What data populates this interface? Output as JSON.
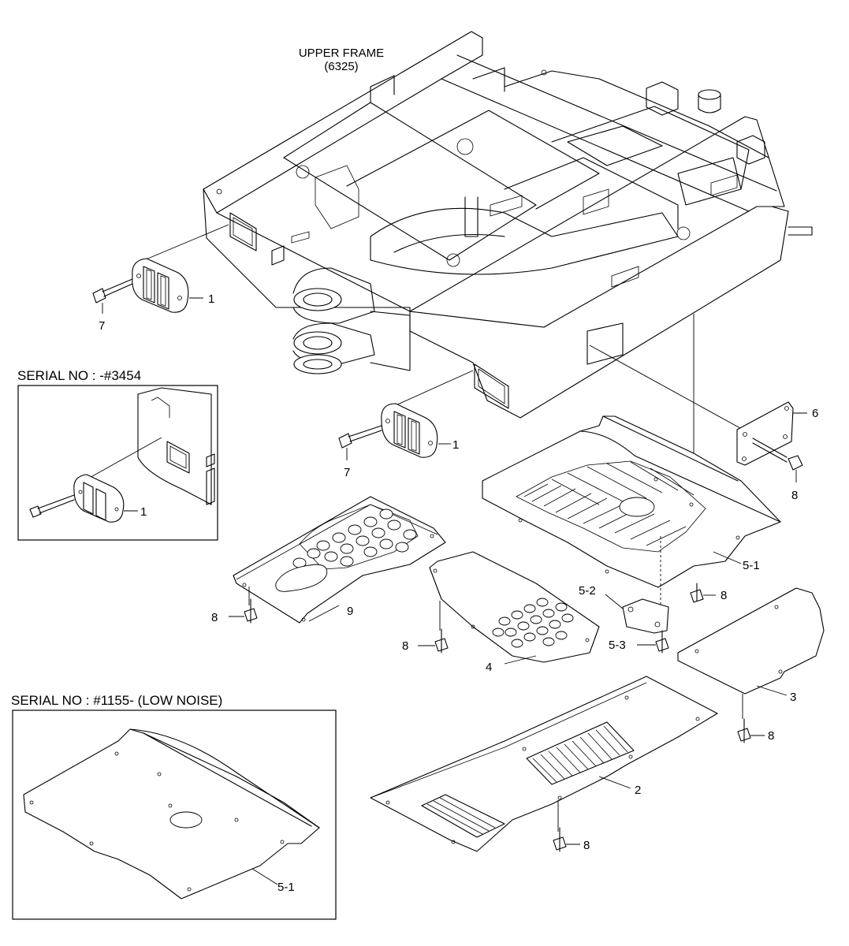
{
  "title": {
    "line1": "UPPER FRAME",
    "line2": "(6325)"
  },
  "insets": [
    {
      "header": "SERIAL NO : -#3454",
      "part_label": "1"
    },
    {
      "header": "SERIAL NO : #1155- (LOW NOISE)",
      "part_label": "5-1"
    }
  ],
  "callouts": {
    "c1a": "1",
    "c7a": "7",
    "c1b": "1",
    "c7b": "7",
    "c6": "6",
    "c8a": "8",
    "c51": "5-1",
    "c8b": "8",
    "c52": "5-2",
    "c53": "5-3",
    "c9": "9",
    "c8c": "8",
    "c4": "4",
    "c8d": "8",
    "c3": "3",
    "c8e": "8",
    "c2": "2",
    "c8f": "8"
  }
}
